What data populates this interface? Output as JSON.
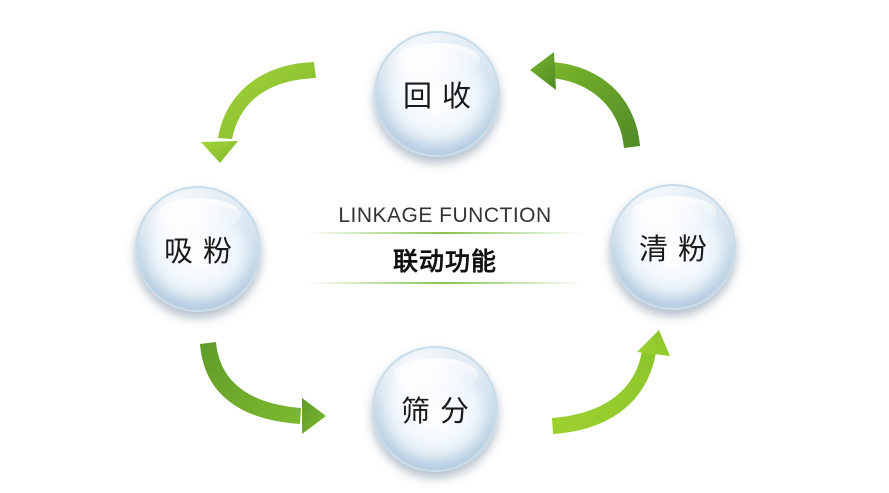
{
  "nodes": {
    "top": "回收",
    "right": "清粉",
    "bottom": "筛分",
    "left": "吸粉"
  },
  "center": {
    "title_en": "LINKAGE FUNCTION",
    "title_cn": "联动功能"
  },
  "colors": {
    "arrow_light": "#9ccf2e",
    "arrow_dark": "#5e9a2a",
    "bubble_edge": "#8fb3cf"
  }
}
